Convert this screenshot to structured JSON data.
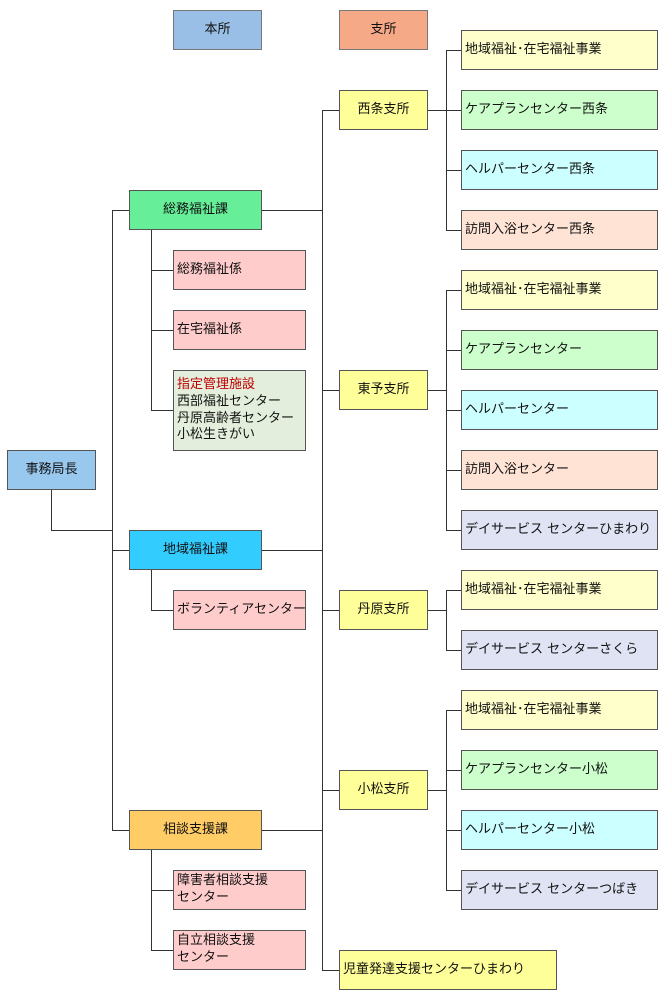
{
  "colors": {
    "legend_honsho": "#99bfe6",
    "legend_shisho": "#f5a987",
    "director": "#99c8ee",
    "division_general": "#66ee99",
    "division_community": "#33ccff",
    "division_consult": "#ffcc66",
    "branch": "#ffff99",
    "sub_pink": "#ffcccc",
    "facility_green": "#e3efdc",
    "svc_yellow": "#ffffcc",
    "svc_green": "#ccffcc",
    "svc_cyan": "#ccffff",
    "svc_peach": "#ffe4d6",
    "svc_lavender": "#dfe3f3",
    "facility_title": "#c00000"
  },
  "legend": {
    "honsho": "本所",
    "shisho": "支所"
  },
  "director": "事務局長",
  "divisions": {
    "general": {
      "label": "総務福祉課",
      "sections": [
        "総務福祉係",
        "在宅福祉係"
      ],
      "facility": {
        "title": "指定管理施設",
        "lines": [
          "西部福祉センター",
          "丹原高齢者センター",
          "小松生きがい"
        ]
      }
    },
    "community": {
      "label": "地域福祉課",
      "sections": [
        "ボランティアセンター"
      ]
    },
    "consult": {
      "label": "相談支援課",
      "sections": [
        [
          "障害者相談支援",
          "センター"
        ],
        [
          "自立相談支援",
          "センター"
        ]
      ]
    }
  },
  "branches": [
    {
      "label": "西条支所",
      "services": [
        "地域福祉･在宅福祉事業",
        "ケアプランセンター西条",
        "ヘルパーセンター西条",
        "訪問入浴センター西条"
      ]
    },
    {
      "label": "東予支所",
      "services": [
        "地域福祉･在宅福祉事業",
        "ケアプランセンター",
        "ヘルパーセンター",
        "訪問入浴センター",
        "デイサービス センターひまわり"
      ]
    },
    {
      "label": "丹原支所",
      "services": [
        "地域福祉･在宅福祉事業",
        "デイサービス センターさくら"
      ]
    },
    {
      "label": "小松支所",
      "services": [
        "地域福祉･在宅福祉事業",
        "ケアプランセンター小松",
        "ヘルパーセンター小松",
        "デイサービス センターつばき"
      ]
    }
  ],
  "child_center": "児童発達支援センターひまわり"
}
